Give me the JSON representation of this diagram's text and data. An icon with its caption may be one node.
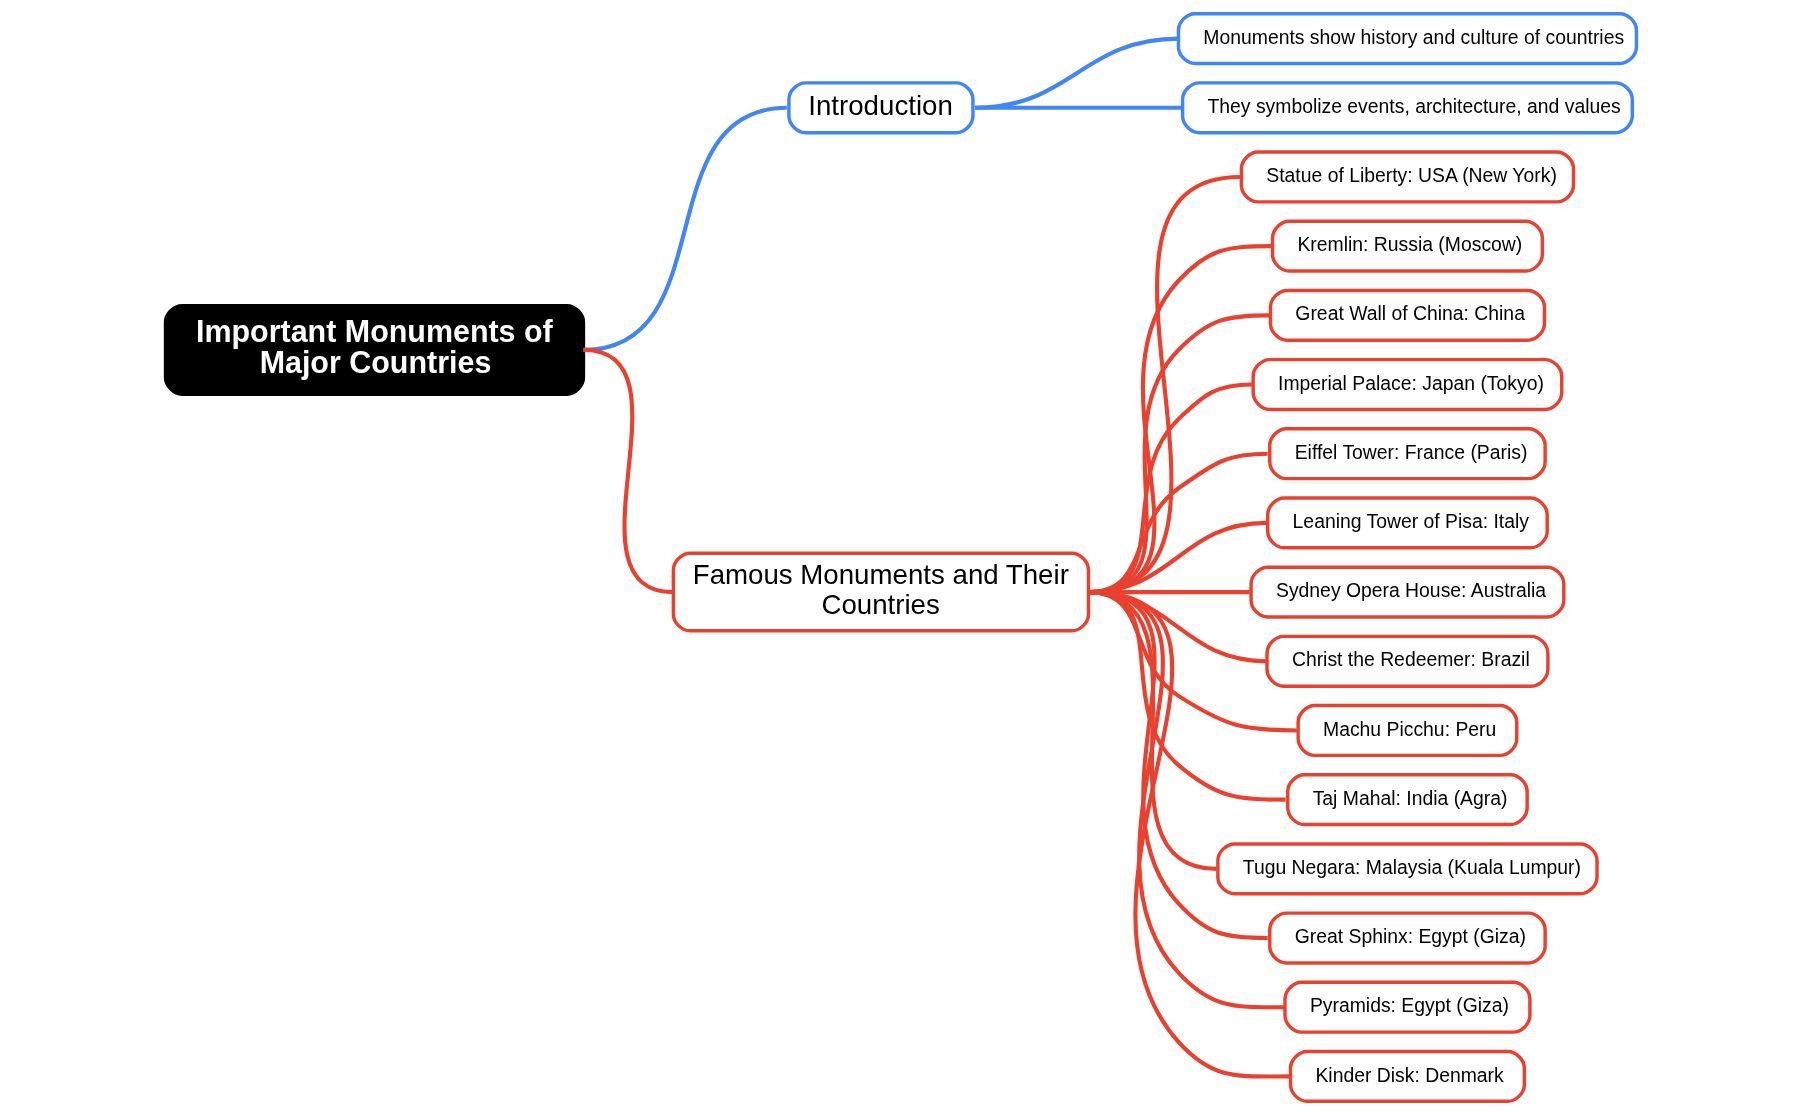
{
  "diagram": {
    "nodes": [
      {
        "text": [
          "Important Monuments of Major Countries"
        ]
      },
      {
        "text": [
          "Introduction"
        ]
      },
      {
        "text": [
          "Monuments show history and culture of countries"
        ]
      },
      {
        "text": [
          "They symbolize events, architecture, and values"
        ]
      },
      {
        "text": [
          "Famous Monuments and Their Countries"
        ]
      },
      {
        "text": [
          "Statue of Liberty: USA (New York)"
        ]
      },
      {
        "text": [
          "Kremlin: Russia (Moscow)"
        ]
      },
      {
        "text": [
          "Great Wall of China: China"
        ]
      },
      {
        "text": [
          "Imperial Palace: Japan (Tokyo)"
        ]
      },
      {
        "text": [
          "Eiffel Tower: France (Paris)"
        ]
      },
      {
        "text": [
          "Leaning Tower of Pisa: Italy"
        ]
      },
      {
        "text": [
          "Sydney Opera House: Australia"
        ]
      },
      {
        "text": [
          "Christ the Redeemer: Brazil"
        ]
      },
      {
        "text": [
          "Machu Picchu: Peru"
        ]
      },
      {
        "text": [
          "Taj Mahal: India (Agra)"
        ]
      },
      {
        "text": [
          "Tugu Negara: Malaysia (Kuala Lumpur)"
        ]
      },
      {
        "text": [
          "Great Sphinx: Egypt (Giza)"
        ]
      },
      {
        "text": [
          "Pyramids: Egypt (Giza)"
        ]
      },
      {
        "text": [
          "Kinder Disk: Denmark"
        ]
      }
    ],
    "edges": [
      {
        "from": 0,
        "to": 1,
        "arrow": "none",
        "color": "#4285f4"
      },
      {
        "from": 0,
        "to": 4,
        "arrow": "none"
      },
      {
        "from": 1,
        "to": 2,
        "arrow": "none",
        "color": "#4285f4"
      },
      {
        "from": 1,
        "to": 3,
        "arrow": "none",
        "color": "#4285f4"
      },
      {
        "from": 4,
        "to": 5,
        "arrow": "none"
      },
      {
        "from": 4,
        "to": 6,
        "arrow": "none"
      },
      {
        "from": 4,
        "to": 7,
        "arrow": "none"
      },
      {
        "from": 4,
        "to": 8,
        "arrow": "none"
      },
      {
        "from": 4,
        "to": 9,
        "arrow": "none"
      },
      {
        "from": 4,
        "to": 10,
        "arrow": "none"
      },
      {
        "from": 4,
        "to": 11,
        "arrow": "none"
      },
      {
        "from": 4,
        "to": 12,
        "arrow": "none"
      },
      {
        "from": 4,
        "to": 13,
        "arrow": "none"
      },
      {
        "from": 4,
        "to": 14,
        "arrow": "none"
      },
      {
        "from": 4,
        "to": 15,
        "arrow": "none"
      },
      {
        "from": 4,
        "to": 16,
        "arrow": "none"
      },
      {
        "from": 4,
        "to": 17,
        "arrow": "none"
      },
      {
        "from": 4,
        "to": 18,
        "arrow": "none"
      }
    ]
  }
}
